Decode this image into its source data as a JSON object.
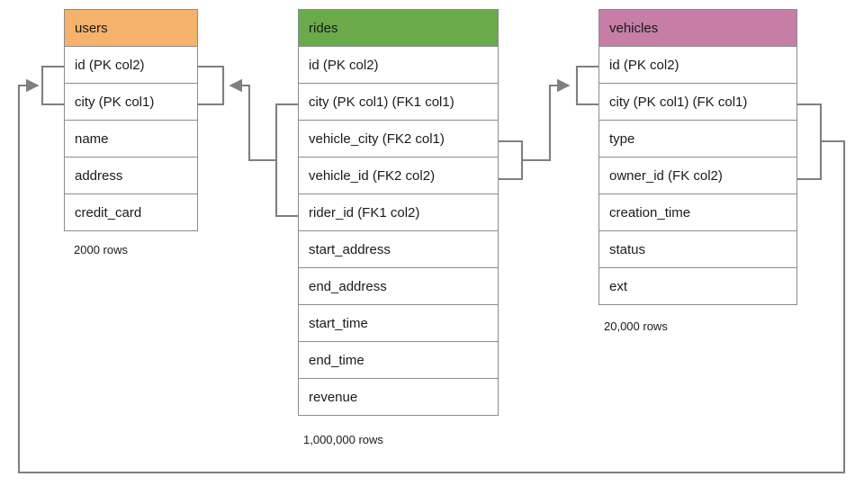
{
  "diagram": {
    "title": "",
    "colors": {
      "users_header": "#f5b26b",
      "rides_header": "#6aaa4b",
      "vehicles_header": "#c67ea7",
      "border": "#8c8c8c",
      "connector": "#7f7f7f",
      "text": "#1a1a1a",
      "background": "#ffffff"
    },
    "tables": [
      {
        "id": "users",
        "name": "users",
        "header_color": "#f5b26b",
        "columns": [
          "id (PK col2)",
          "city (PK col1)",
          "name",
          "address",
          "credit_card"
        ],
        "row_count": "2000 rows"
      },
      {
        "id": "rides",
        "name": "rides",
        "header_color": "#6aaa4b",
        "columns": [
          "id (PK col2)",
          "city (PK col1) (FK1 col1)",
          "vehicle_city (FK2 col1)",
          "vehicle_id (FK2 col2)",
          "rider_id (FK1 col2)",
          "start_address",
          "end_address",
          "start_time",
          "end_time",
          "revenue"
        ],
        "row_count": "1,000,000 rows"
      },
      {
        "id": "vehicles",
        "name": "vehicles",
        "header_color": "#c67ea7",
        "columns": [
          "id (PK col2)",
          "city (PK col1) (FK col1)",
          "type",
          "owner_id (FK col2)",
          "creation_time",
          "status",
          "ext"
        ],
        "row_count": "20,000 rows"
      }
    ],
    "relationships": [
      {
        "name": "rides-fk1-to-users",
        "from_table": "rides",
        "from_columns": [
          "city (PK col1) (FK1 col1)",
          "rider_id (FK1 col2)"
        ],
        "to_table": "users",
        "to_columns": [
          "id (PK col2)",
          "city (PK col1)"
        ],
        "arrow": "to-users"
      },
      {
        "name": "rides-fk2-to-vehicles",
        "from_table": "rides",
        "from_columns": [
          "vehicle_city (FK2 col1)",
          "vehicle_id (FK2 col2)"
        ],
        "to_table": "vehicles",
        "to_columns": [
          "id (PK col2)",
          "city (PK col1) (FK col1)"
        ],
        "arrow": "to-vehicles"
      },
      {
        "name": "vehicles-fk-to-users",
        "from_table": "vehicles",
        "from_columns": [
          "city (PK col1) (FK col1)",
          "owner_id (FK col2)"
        ],
        "to_table": "users",
        "to_columns": [
          "id (PK col2)",
          "city (PK col1)"
        ],
        "arrow": "to-users"
      }
    ]
  }
}
